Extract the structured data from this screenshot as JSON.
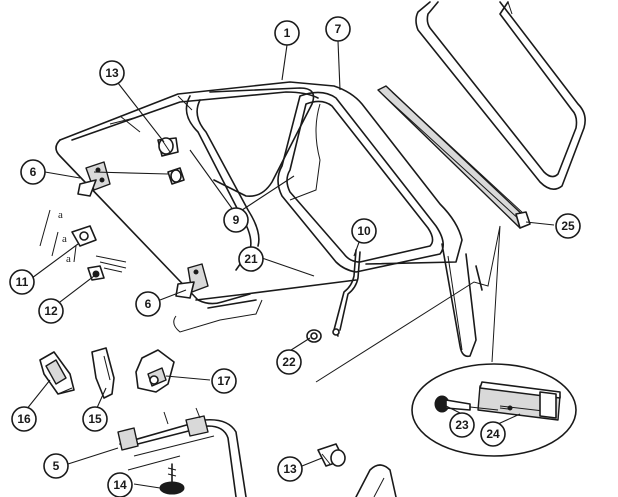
{
  "callouts": [
    {
      "id": "c1",
      "label": "1"
    },
    {
      "id": "c7",
      "label": "7"
    },
    {
      "id": "c13a",
      "label": "13"
    },
    {
      "id": "c6a",
      "label": "6"
    },
    {
      "id": "c9",
      "label": "9"
    },
    {
      "id": "c10",
      "label": "10"
    },
    {
      "id": "c21",
      "label": "21"
    },
    {
      "id": "c11",
      "label": "11"
    },
    {
      "id": "c12",
      "label": "12"
    },
    {
      "id": "c6b",
      "label": "6"
    },
    {
      "id": "c22",
      "label": "22"
    },
    {
      "id": "c25",
      "label": "25"
    },
    {
      "id": "c16",
      "label": "16"
    },
    {
      "id": "c15",
      "label": "15"
    },
    {
      "id": "c17",
      "label": "17"
    },
    {
      "id": "c23",
      "label": "23"
    },
    {
      "id": "c24",
      "label": "24"
    },
    {
      "id": "c5",
      "label": "5"
    },
    {
      "id": "c13b",
      "label": "13"
    },
    {
      "id": "c14",
      "label": "14"
    }
  ]
}
